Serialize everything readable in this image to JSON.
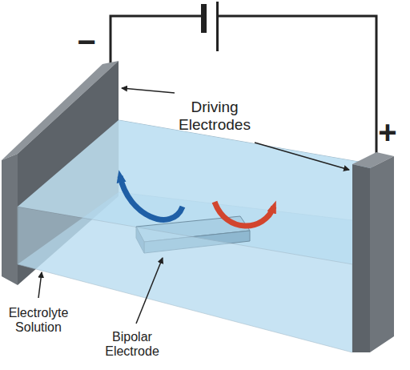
{
  "diagram": {
    "labels": [
      "−",
      "+",
      "Driving Electrodes",
      "Electrolyte Solution",
      "Bipolar Electrode"
    ]
  }
}
